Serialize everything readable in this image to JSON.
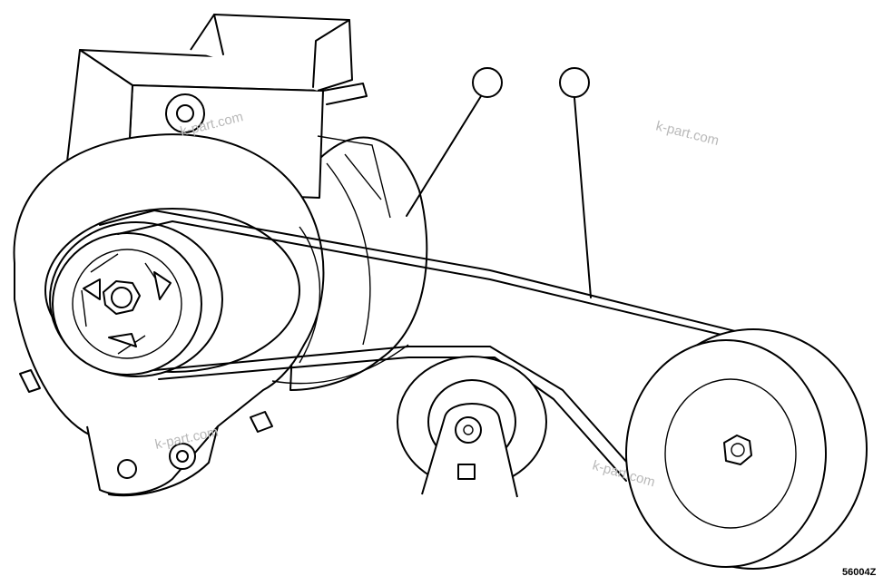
{
  "figure": {
    "code": "56004Z",
    "watermarks": [
      "k-part.com",
      "k-part.com",
      "k-part.com",
      "k-part.com"
    ],
    "callouts": [
      {
        "id": "alternator",
        "label": ""
      },
      {
        "id": "v-belt",
        "label": ""
      }
    ]
  }
}
